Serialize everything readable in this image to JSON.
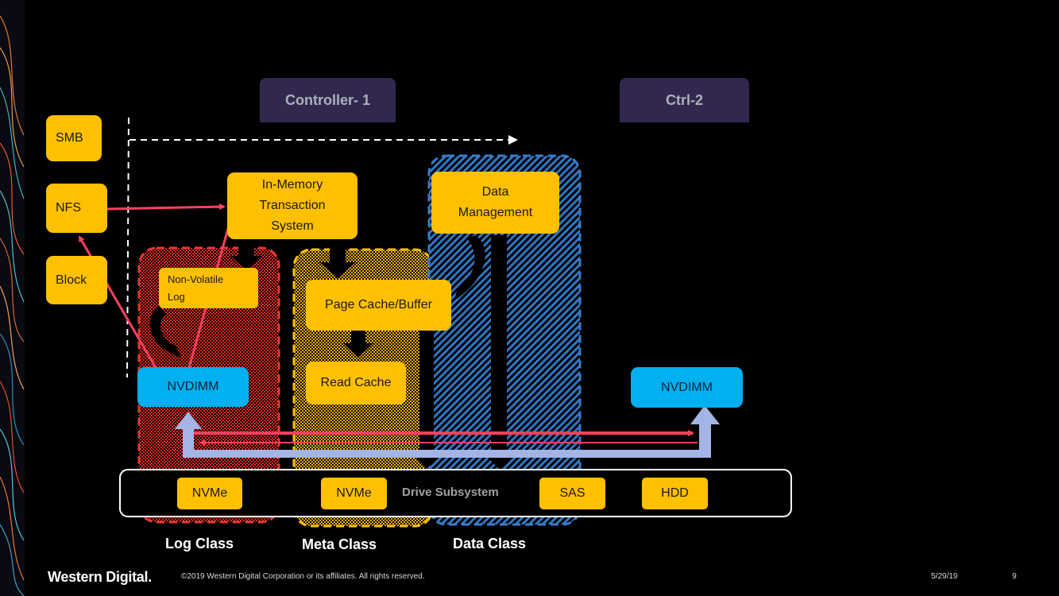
{
  "slide": {
    "controllers": {
      "ctrl1": "Controller- 1",
      "ctrl2": "Ctrl-2"
    },
    "protocols": [
      "SMB",
      "NFS",
      "Block"
    ],
    "components": {
      "in_memory": "In-Memory Transaction System",
      "in_memory_lines": [
        "In-Memory",
        "Transaction",
        "System"
      ],
      "nv_log_lines": [
        "Non-Volatile",
        "Log"
      ],
      "page_cache": "Page Cache/Buffer",
      "read_cache": "Read Cache",
      "data_mgmt_lines": [
        "Data",
        "Management"
      ],
      "nvdimm_1": "NVDIMM",
      "nvdimm_2": "NVDIMM"
    },
    "drive_subsystem": {
      "label": "Drive Subsystem",
      "drives": [
        "NVMe",
        "NVMe",
        "SAS",
        "HDD"
      ]
    },
    "classes": [
      "Log Class",
      "Meta Class",
      "Data Class"
    ],
    "colors": {
      "yellow": "#ffc000",
      "blue_box": "#00b0f0",
      "controller": "#32284f",
      "log_class": "#e8392f",
      "meta_class": "#ffc000",
      "data_class": "#3a7cc8",
      "red_arrow": "#ff4060",
      "lavender_arrow": "#a4b4e4"
    }
  },
  "footer": {
    "logo": "Western Digital.",
    "copyright": "©2019 Western Digital Corporation or its affiliates. All rights reserved.",
    "date": "5/29/19",
    "page": "9"
  }
}
